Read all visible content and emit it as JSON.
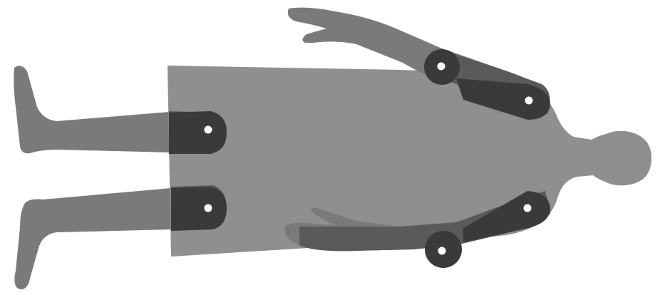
{
  "figure": {
    "subject": "human-figure-silhouette",
    "orientation": "lying-horizontal-head-right",
    "joint_markers": [
      {
        "name": "right-shoulder"
      },
      {
        "name": "right-elbow"
      },
      {
        "name": "left-shoulder"
      },
      {
        "name": "left-elbow"
      },
      {
        "name": "right-hip-knee"
      },
      {
        "name": "left-hip-knee"
      }
    ]
  },
  "colors": {
    "background": "#ffffff",
    "body": "#7a7a7a",
    "dress": "#8f8f8f",
    "joint_pad": "#3a3a3a",
    "overlap": "#5a5a5a",
    "joint_dot": "#ffffff"
  }
}
